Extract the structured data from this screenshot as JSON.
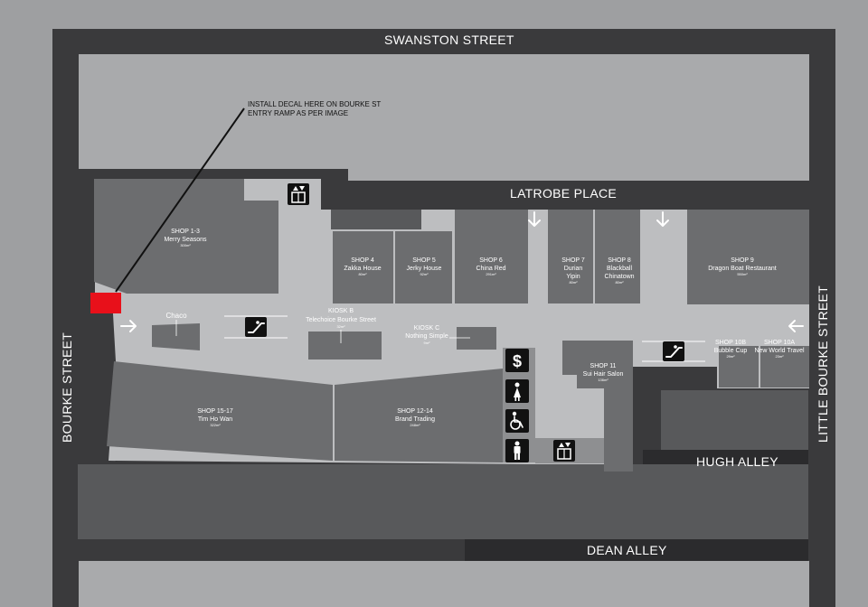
{
  "streets": {
    "swanston": "SWANSTON STREET",
    "latrobe": "LATROBE PLACE",
    "bourke": "BOURKE STREET",
    "little_bourke": "LITTLE BOURKE STREET",
    "hugh": "HUGH ALLEY",
    "dean": "DEAN ALLEY"
  },
  "note": {
    "line1": "INSTALL DECAL HERE ON BOURKE ST",
    "line2": "ENTRY RAMP AS PER IMAGE"
  },
  "shops": {
    "s1_3": {
      "unit": "SHOP 1-3",
      "name": "Merry Seasons",
      "area": "300m²"
    },
    "s4": {
      "unit": "SHOP 4",
      "name": "Zakka House",
      "area": "80m²"
    },
    "s5": {
      "unit": "SHOP 5",
      "name": "Jerky House",
      "area": "92m²"
    },
    "s6": {
      "unit": "SHOP 6",
      "name": "China Red",
      "area": "291m²"
    },
    "s7": {
      "unit": "SHOP 7",
      "name1": "Durian",
      "name2": "Yipin",
      "area": "80m²"
    },
    "s8": {
      "unit": "SHOP 8",
      "name1": "Blackball",
      "name2": "Chinatown",
      "area": "80m²"
    },
    "s9": {
      "unit": "SHOP 9",
      "name": "Dragon Boat Restaurant",
      "area": "550m²"
    },
    "s10b": {
      "unit": "SHOP 10B",
      "name": "Bubble Cup",
      "area": "29m²"
    },
    "s10a": {
      "unit": "SHOP 10A",
      "name": "New World Travel",
      "area": "23m²"
    },
    "s11": {
      "unit": "SHOP 11",
      "name": "Sui Hair Salon",
      "area": "136m²"
    },
    "s12_14": {
      "unit": "SHOP 12-14",
      "name": "Brand Trading",
      "area": "248m²"
    },
    "s15_17": {
      "unit": "SHOP 15-17",
      "name": "Tim Ho Wan",
      "area": "322m²"
    },
    "chaco": {
      "name": "Chaco"
    },
    "kiosk_b": {
      "unit": "KIOSK B",
      "name": "Telechoice Bourke Street",
      "area": "32m²"
    },
    "kiosk_c": {
      "unit": "KIOSK C",
      "name": "Nothing Simple",
      "area": "9m²"
    }
  },
  "icons": [
    "lift-icon",
    "escalator-icon",
    "atm-icon",
    "female-toilet-icon",
    "accessible-toilet-icon",
    "male-toilet-icon",
    "arrow-icon"
  ],
  "colors": {
    "background": "#9e9fa1",
    "road": "#3a3a3c",
    "building": "#a9aaac",
    "shop": "#6c6d6f",
    "mall_floor": "#bdbec0",
    "decal_marker": "#e8101a"
  }
}
